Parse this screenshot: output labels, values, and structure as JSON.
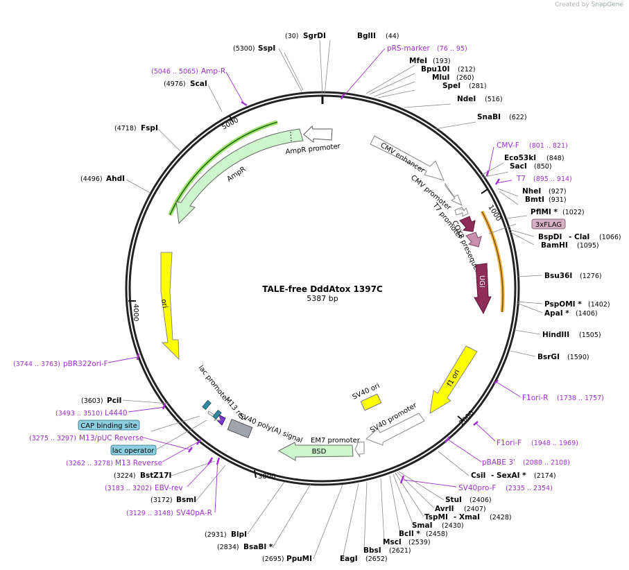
{
  "credit": {
    "created_by": "Created by",
    "brand": "SnapGene"
  },
  "plasmid": {
    "name": "TALE-free DddAtox 1397C",
    "length": "5387 bp",
    "total_bp": 5387
  },
  "ticks": [
    "1000",
    "2000",
    "3000",
    "4000",
    "5000"
  ],
  "enzymes": [
    {
      "name": "SgrDI",
      "pos": "(30)"
    },
    {
      "name": "BglII",
      "pos": "(44)"
    },
    {
      "name": "MfeI",
      "pos": "(193)"
    },
    {
      "name": "Bpu10I",
      "pos": "(212)"
    },
    {
      "name": "MluI",
      "pos": "(260)"
    },
    {
      "name": "SpeI",
      "pos": "(281)"
    },
    {
      "name": "NdeI",
      "pos": "(516)"
    },
    {
      "name": "SnaBI",
      "pos": "(622)"
    },
    {
      "name": "Eco53kI",
      "pos": "(848)"
    },
    {
      "name": "SacI",
      "pos": "(850)"
    },
    {
      "name": "NheI",
      "pos": "(927)"
    },
    {
      "name": "BmtI",
      "pos": "(931)"
    },
    {
      "name": "PflMI *",
      "pos": "(1022)"
    },
    {
      "name": "BspDI",
      "pos": ""
    },
    {
      "name": "- ClaI",
      "pos": "(1066)"
    },
    {
      "name": "BamHI",
      "pos": "(1095)"
    },
    {
      "name": "Bsu36I",
      "pos": "(1276)"
    },
    {
      "name": "PspOMI *",
      "pos": "(1402)"
    },
    {
      "name": "ApaI *",
      "pos": "(1406)"
    },
    {
      "name": "HindIII",
      "pos": "(1505)"
    },
    {
      "name": "BsrGI",
      "pos": "(1590)"
    },
    {
      "name": "CsiI",
      "pos": ""
    },
    {
      "name": "- SexAI *",
      "pos": "(2174)"
    },
    {
      "name": "StuI",
      "pos": "(2406)"
    },
    {
      "name": "AvrII",
      "pos": "(2407)"
    },
    {
      "name": "TspMI",
      "pos": ""
    },
    {
      "name": "- XmaI",
      "pos": "(2428)"
    },
    {
      "name": "SmaI",
      "pos": "(2430)"
    },
    {
      "name": "BclI *",
      "pos": "(2458)"
    },
    {
      "name": "MscI",
      "pos": "(2539)"
    },
    {
      "name": "BbsI",
      "pos": "(2621)"
    },
    {
      "name": "EagI",
      "pos": "(2652)"
    },
    {
      "name": "PpuMI",
      "pos": "(2695)"
    },
    {
      "name": "BsaBI *",
      "pos": "(2834)"
    },
    {
      "name": "BlpI",
      "pos": "(2931)"
    },
    {
      "name": "BsmI",
      "pos": "(3172)"
    },
    {
      "name": "BstZ17I",
      "pos": "(3224)"
    },
    {
      "name": "PciI",
      "pos": "(3603)"
    },
    {
      "name": "AhdI",
      "pos": "(4496)"
    },
    {
      "name": "FspI",
      "pos": "(4718)"
    },
    {
      "name": "ScaI",
      "pos": "(4976)"
    },
    {
      "name": "SspI",
      "pos": "(5300)"
    }
  ],
  "primers": [
    {
      "name": "pRS-marker",
      "pos": "(76 .. 95)"
    },
    {
      "name": "CMV-F",
      "pos": "(801 .. 821)"
    },
    {
      "name": "T7",
      "pos": "(895 .. 914)"
    },
    {
      "name": "F1ori-R",
      "pos": "(1738 .. 1757)"
    },
    {
      "name": "F1ori-F",
      "pos": "(1948 .. 1969)"
    },
    {
      "name": "pBABE 3'",
      "pos": "(2088 .. 2108)"
    },
    {
      "name": "SV40pro-F",
      "pos": "(2335 .. 2354)"
    },
    {
      "name": "EBV-rev",
      "pos": "(3183 .. 3202)"
    },
    {
      "name": "SV40pA-R",
      "pos": "(3129 .. 3148)"
    },
    {
      "name": "M13 Reverse",
      "pos": "(3262 .. 3278)"
    },
    {
      "name": "M13/pUC Reverse",
      "pos": "(3275 .. 3297)"
    },
    {
      "name": "L4440",
      "pos": "(3493 .. 3510)"
    },
    {
      "name": "pBR322ori-F",
      "pos": "(3744 .. 3763)"
    },
    {
      "name": "Amp-R",
      "pos": "(5046 .. 5065)"
    }
  ],
  "boxed_features": [
    "3xFLAG",
    "CAP binding site",
    "lac operator"
  ],
  "features": [
    "CMV enhancer",
    "CMV promoter",
    "T7 promoter",
    "COX8 presequence",
    "UGI",
    "f1 ori",
    "SV40 ori",
    "SV40 promoter",
    "EM7 promoter",
    "BSD",
    "SV40 poly(A) signal",
    "M13 rev",
    "lac promoter",
    "ori",
    "AmpR",
    "AmpR promoter"
  ],
  "colors": {
    "backbone": "#222222",
    "primer": "#a02fd0",
    "amp": "#ccf5cc",
    "ori": "#ffff00",
    "ugi": "#8e2d5a",
    "cox8": "#c98fae",
    "highlight": "#f0b040",
    "greenhl": "#9be06a"
  }
}
